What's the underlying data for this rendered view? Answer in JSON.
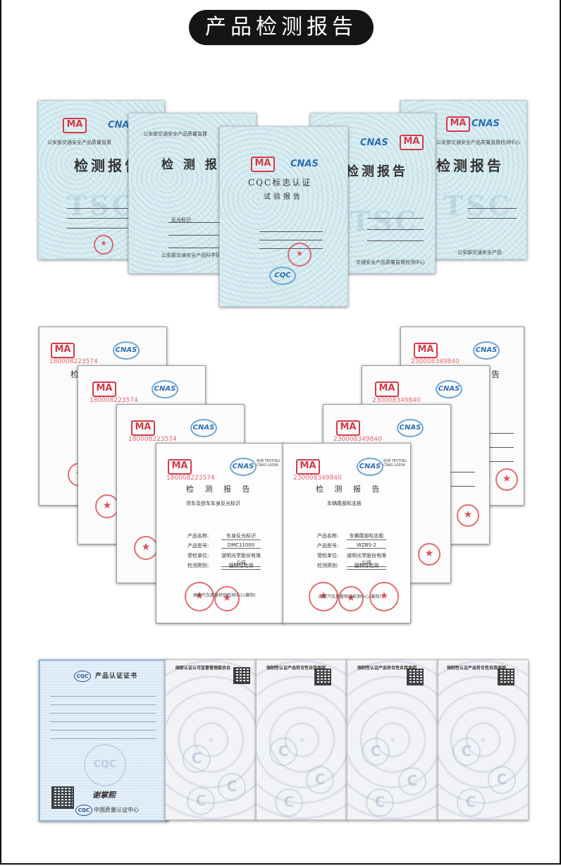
{
  "page_title": "产品检测报告",
  "row1": {
    "doc1": {
      "header": "公安部交通安全产品质量监督",
      "title": "检测报告",
      "ma": "MA",
      "cnas": "CNAS",
      "watermark": "TSC"
    },
    "doc2": {
      "header": "公安部交通安全产品质量监督",
      "title": "检 测 报",
      "field1": "反光标识",
      "footer": "公安部交通安全产品科学研究"
    },
    "doc3": {
      "title": "CQC标志认证",
      "subtitle": "试验报告",
      "ma": "MA",
      "cnas": "CNAS",
      "badge": "CQC"
    },
    "doc4": {
      "title": "检测报告",
      "ma": "MA",
      "cnas": "CNAS",
      "footer": "交通安全产品质量监督检测中心",
      "watermark": "TSC"
    },
    "doc5": {
      "header": "公安部交通安全产品质量监督检测中心",
      "title": "检测报告",
      "ma": "MA",
      "cnas": "CNAS",
      "footer": "公安部交通安全产品",
      "watermark": "TSC"
    }
  },
  "row2": {
    "ma": "MA",
    "cnas": "CNAS",
    "cnas_sub": "检测 TESTING CNAS L0006",
    "serial_left": "180008223574",
    "serial_right": "230008349840",
    "title_char": "检",
    "title_char_right": "告",
    "left_front": {
      "title": "检 测 报 告",
      "subtitle": "货车及挂车车身反光标识",
      "field_labels": [
        "产品名称:",
        "产品型号:",
        "受检单位:",
        "检测类别:"
      ],
      "field_values": [
        "车身反光标识",
        "DMC11000",
        "道明光学股份有限公司",
        "强制性检测"
      ],
      "seal_text": "★",
      "seal_caption": "国家汽车质量检验检测中心(襄阳)"
    },
    "right_front": {
      "title": "检 测 报 告",
      "subtitle": "车辆尾部标志板",
      "field_labels": [
        "产品名称:",
        "产品型号:",
        "受检单位:",
        "检测类别:"
      ],
      "field_values": [
        "车辆尾部标志板",
        "WZBS-2",
        "道明光学股份有限公司",
        "强制性检测"
      ],
      "seal_text": "★",
      "seal_caption": "国家汽车质量检验检测中心(襄阳)"
    }
  },
  "row3": {
    "cert": {
      "ccc": "CQC",
      "title": "产品认证证书",
      "signature": "谢掌熙",
      "org": "中国质量认证中心",
      "watermark": "CQC"
    },
    "gray_docs": [
      {
        "header": "国家认证认可监督管理委员会"
      },
      {
        "header": "强制性认证产品符合性自我声明"
      },
      {
        "header": "强制性认证产品符合性自我声明"
      },
      {
        "header": "强制性认证产品符合性自我声明"
      }
    ],
    "watermark_glyph": "C"
  }
}
